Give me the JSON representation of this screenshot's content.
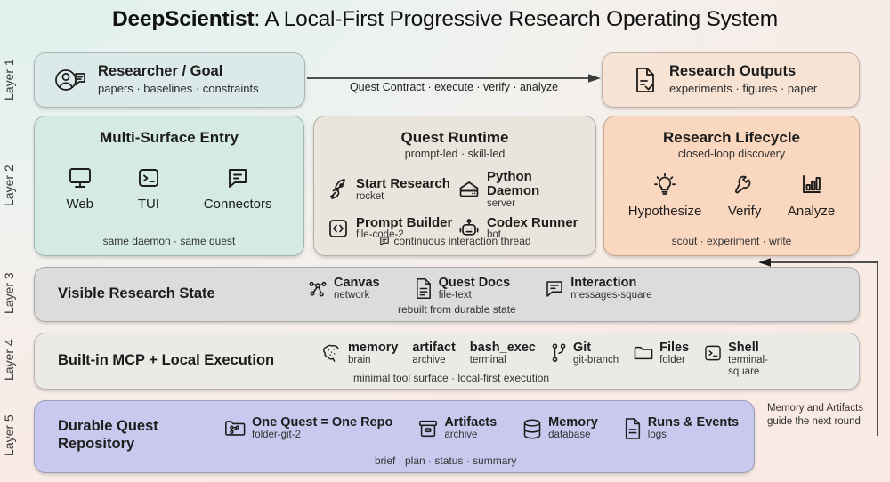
{
  "title": {
    "brand": "DeepScientist",
    "rest": ": A Local-First Progressive Research Operating System"
  },
  "layers": [
    {
      "label": "Layer 1"
    },
    {
      "label": "Layer 2"
    },
    {
      "label": "Layer 3"
    },
    {
      "label": "Layer 4"
    },
    {
      "label": "Layer 5"
    }
  ],
  "layer1": {
    "left": {
      "title": "Researcher / Goal",
      "sub": "papers · baselines · constraints",
      "icon": "user-message-icon"
    },
    "right": {
      "title": "Research Outputs",
      "sub": "experiments · figures · paper",
      "icon": "file-check-icon"
    },
    "arrow_label": "Quest Contract · execute · verify · analyze"
  },
  "layer2": {
    "entry": {
      "title": "Multi-Surface Entry",
      "footer": "same daemon · same quest",
      "items": [
        {
          "label": "Web",
          "icon": "monitor-icon"
        },
        {
          "label": "TUI",
          "icon": "terminal-icon"
        },
        {
          "label": "Connectors",
          "icon": "message-square-icon"
        }
      ]
    },
    "runtime": {
      "title": "Quest Runtime",
      "subtitle": "prompt-led · skill-led",
      "footer": "continuous interaction thread",
      "footer_icon": "message-square-icon",
      "items": [
        {
          "name": "Start Research",
          "sub": "rocket",
          "icon": "rocket-icon"
        },
        {
          "name": "Python Daemon",
          "sub": "server",
          "icon": "server-icon"
        },
        {
          "name": "Prompt Builder",
          "sub": "file-code-2",
          "icon": "file-code-icon"
        },
        {
          "name": "Codex Runner",
          "sub": "bot",
          "icon": "bot-icon"
        }
      ]
    },
    "lifecycle": {
      "title": "Research Lifecycle",
      "subtitle": "closed-loop discovery",
      "footer": "scout · experiment · write",
      "items": [
        {
          "label": "Hypothesize",
          "icon": "lightbulb-icon"
        },
        {
          "label": "Verify",
          "icon": "wrench-icon"
        },
        {
          "label": "Analyze",
          "icon": "bar-chart-icon"
        }
      ]
    }
  },
  "layer3": {
    "heading": "Visible Research State",
    "footer": "rebuilt from durable state",
    "items": [
      {
        "name": "Canvas",
        "sub": "network",
        "icon": "network-icon"
      },
      {
        "name": "Quest Docs",
        "sub": "file-text",
        "icon": "file-text-icon"
      },
      {
        "name": "Interaction",
        "sub": "messages-square",
        "icon": "messages-square-icon"
      }
    ]
  },
  "layer4": {
    "heading": "Built-in MCP + Local Execution",
    "footer": "minimal tool surface · local-first execution",
    "items": [
      {
        "name": "memory",
        "sub": "brain",
        "icon": "brain-icon"
      },
      {
        "name": "artifact",
        "sub": "archive",
        "icon": "",
        "noicon": true
      },
      {
        "name": "bash_exec",
        "sub": "terminal",
        "icon": "",
        "noicon": true
      },
      {
        "name": "Git",
        "sub": "git-branch",
        "icon": "git-branch-icon"
      },
      {
        "name": "Files",
        "sub": "folder",
        "icon": "folder-icon"
      },
      {
        "name": "Shell",
        "sub": "terminal-square",
        "icon": "terminal-square-icon"
      }
    ]
  },
  "layer5": {
    "heading_line1": "Durable Quest",
    "heading_line2": "Repository",
    "footer": "brief · plan · status · summary",
    "items": [
      {
        "name": "One Quest = One Repo",
        "sub": "folder-git-2",
        "icon": "folder-git-icon"
      },
      {
        "name": "Artifacts",
        "sub": "archive",
        "icon": "archive-icon"
      },
      {
        "name": "Memory",
        "sub": "database",
        "icon": "database-icon"
      },
      {
        "name": "Runs & Events",
        "sub": "logs",
        "icon": "file-lines-icon"
      }
    ]
  },
  "feedback": {
    "note_line1": "Memory and Artifacts",
    "note_line2": "guide the next round"
  },
  "colors": {
    "mint": "#dbe9e8",
    "peach": "#f6e3d3",
    "entry": "#d4eae2",
    "runtime": "#e9e5dc",
    "lifecycle": "#fad8bf",
    "grey": "#dcdcdc",
    "grey_light": "#eceae6",
    "lavender": "#c9c9ef",
    "stroke": "#1c1c1c"
  }
}
